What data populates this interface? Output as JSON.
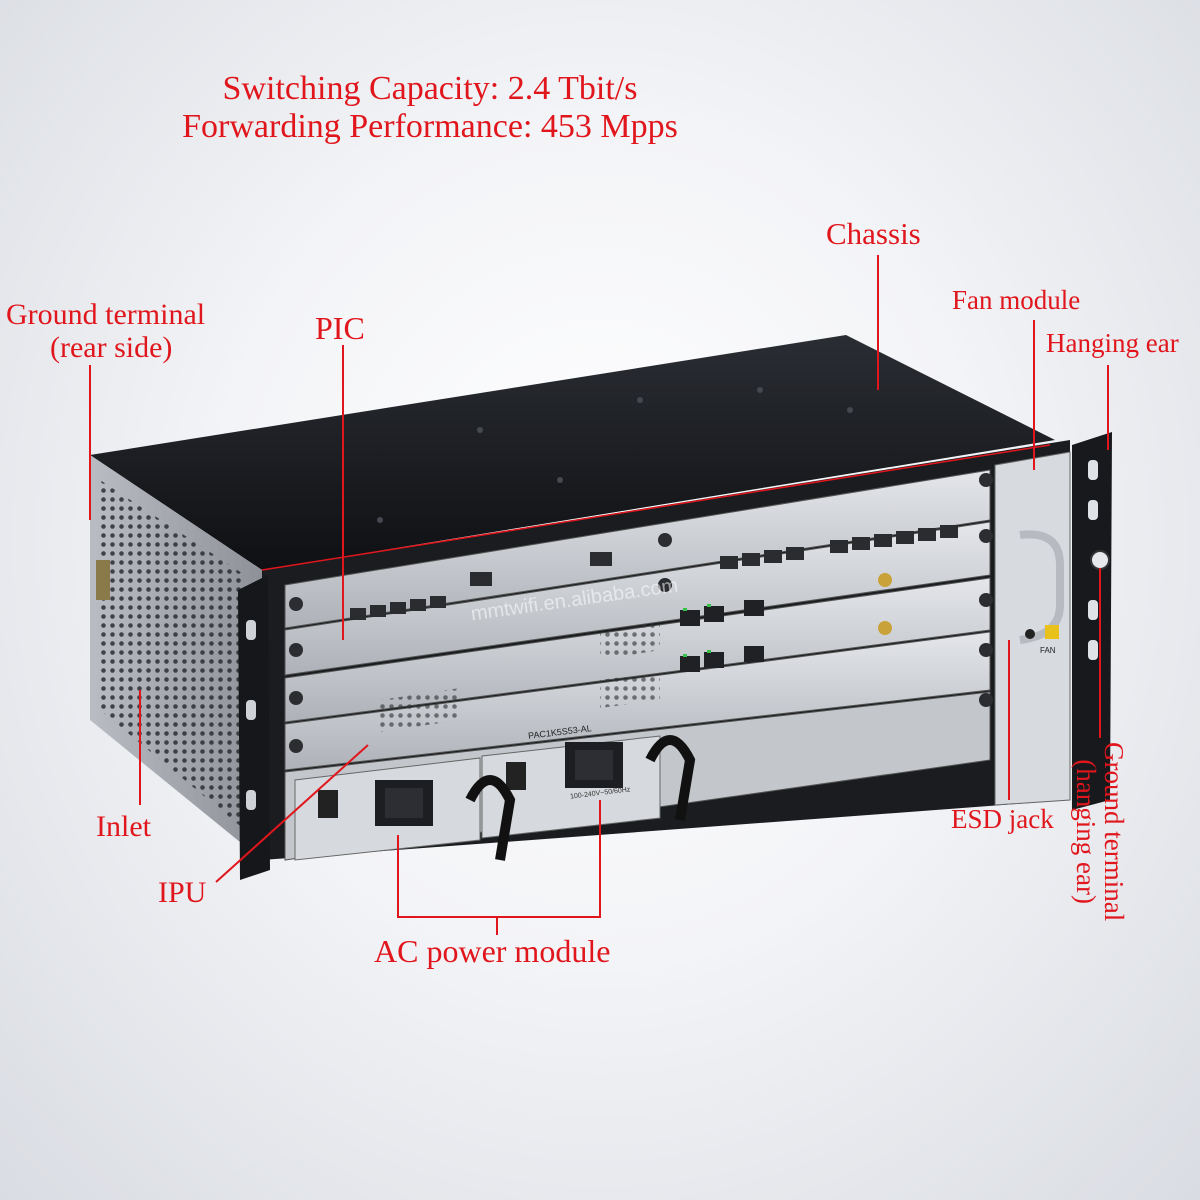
{
  "specs": {
    "line1": "Switching Capacity: 2.4 Tbit/s",
    "line2": "Forwarding Performance: 453 Mpps"
  },
  "callouts": {
    "chassis": "Chassis",
    "fan_module": "Fan module",
    "hanging_ear": "Hanging ear",
    "ground_rear_line1": "Ground terminal",
    "ground_rear_line2": "(rear side)",
    "pic": "PIC",
    "inlet": "Inlet",
    "ipu": "IPU",
    "ac_power": "AC power module",
    "esd_jack": "ESD jack",
    "ground_ear_line1": "Ground terminal",
    "ground_ear_line2": "(hanging ear)"
  },
  "device_labels": {
    "psu_model": "PAC1K5S53-AL",
    "psu_rating": "100-240V~50/60Hz",
    "fan_tag": "FAN",
    "watermark": "mmtwifi.en.alibaba.com"
  },
  "colors": {
    "accent": "#e0161c",
    "chassis_dark": "#1c1e22",
    "panel_silver": "#c9ccd1"
  }
}
